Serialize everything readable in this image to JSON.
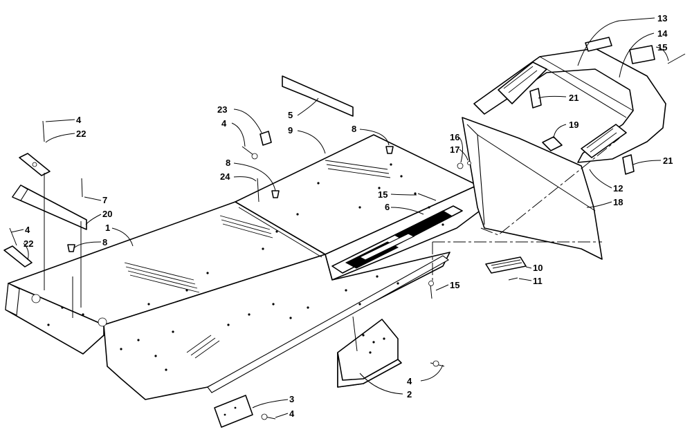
{
  "callouts": [
    {
      "id": "c13a",
      "label": "13"
    },
    {
      "id": "c14",
      "label": "14"
    },
    {
      "id": "c15a",
      "label": "15"
    },
    {
      "id": "c21a",
      "label": "21"
    },
    {
      "id": "c16",
      "label": "16"
    },
    {
      "id": "c17",
      "label": "17"
    },
    {
      "id": "c19",
      "label": "19"
    },
    {
      "id": "c21b",
      "label": "21"
    },
    {
      "id": "c12",
      "label": "12"
    },
    {
      "id": "c18",
      "label": "18"
    },
    {
      "id": "c5",
      "label": "5"
    },
    {
      "id": "c23",
      "label": "23"
    },
    {
      "id": "c4a",
      "label": "4"
    },
    {
      "id": "c9",
      "label": "9"
    },
    {
      "id": "c8a",
      "label": "8"
    },
    {
      "id": "c8b",
      "label": "8"
    },
    {
      "id": "c24",
      "label": "24"
    },
    {
      "id": "c15b",
      "label": "15"
    },
    {
      "id": "c6",
      "label": "6"
    },
    {
      "id": "c4b",
      "label": "4"
    },
    {
      "id": "c22a",
      "label": "22"
    },
    {
      "id": "c7",
      "label": "7"
    },
    {
      "id": "c20",
      "label": "20"
    },
    {
      "id": "c1",
      "label": "1"
    },
    {
      "id": "c4c",
      "label": "4"
    },
    {
      "id": "c22b",
      "label": "22"
    },
    {
      "id": "c8c",
      "label": "8"
    },
    {
      "id": "c10",
      "label": "10"
    },
    {
      "id": "c11",
      "label": "11"
    },
    {
      "id": "c15c",
      "label": "15"
    },
    {
      "id": "c4d",
      "label": "4"
    },
    {
      "id": "c2",
      "label": "2"
    },
    {
      "id": "c3",
      "label": "3"
    },
    {
      "id": "c4e",
      "label": "4"
    }
  ]
}
